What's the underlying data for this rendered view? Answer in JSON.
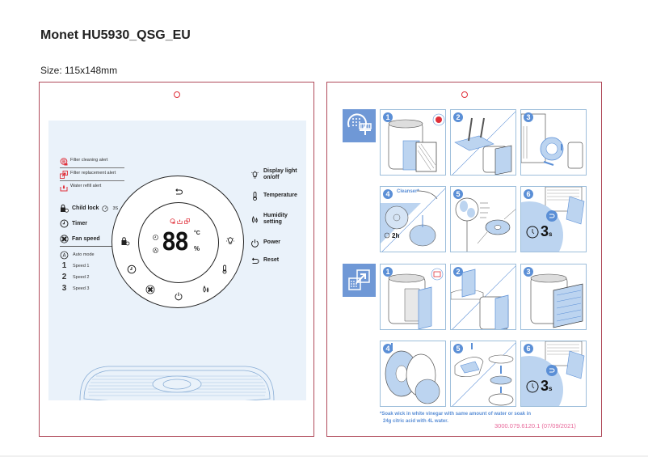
{
  "document": {
    "title": "Monet HU5930_QSG_EU",
    "size": "Size: 115x148mm"
  },
  "left_page": {
    "alerts": [
      {
        "icon": "filter-cleaning-icon",
        "label": "Filter cleaning alert"
      },
      {
        "icon": "filter-replacement-icon",
        "label": "Filter replacement alert"
      },
      {
        "icon": "water-refill-icon",
        "label": "Water refill alert"
      }
    ],
    "controls": [
      {
        "icon": "child-lock-icon",
        "label": "Child lock",
        "badge": "3S"
      },
      {
        "icon": "timer-icon",
        "label": "Timer"
      },
      {
        "icon": "fan-speed-icon",
        "label": "Fan speed"
      }
    ],
    "fan_modes": [
      {
        "glyph": "A",
        "label": "Auto mode"
      },
      {
        "glyph": "1",
        "label": "Speed 1"
      },
      {
        "glyph": "2",
        "label": "Speed 2"
      },
      {
        "glyph": "3",
        "label": "Speed 3"
      }
    ],
    "right_legend": [
      {
        "icon": "display-light-icon",
        "label": "Display light on/off"
      },
      {
        "icon": "temperature-icon",
        "label": "Temperature"
      },
      {
        "icon": "humidity-icon",
        "label": "Humidity setting"
      },
      {
        "icon": "power-icon",
        "label": "Power"
      },
      {
        "icon": "reset-icon",
        "label": "Reset"
      }
    ],
    "display": {
      "digits": "88",
      "unit_temp": "°C",
      "unit_humidity": "%"
    },
    "colors": {
      "alert_red": "#e0303a",
      "panel_bg": "#eaf2fa"
    }
  },
  "right_page": {
    "sections": [
      {
        "name": "filter-cleaning",
        "steps": [
          "1",
          "2",
          "3",
          "4",
          "5",
          "6"
        ]
      },
      {
        "name": "filter-replacement",
        "steps": [
          "1",
          "2",
          "3",
          "4",
          "5",
          "6"
        ]
      }
    ],
    "step_labels": {
      "cleanser": "Cleanser*",
      "soak_time": "2h",
      "hold_time": "3",
      "hold_unit": "s"
    },
    "footnote_line1": "*Soak wick in white vinegar with same amount of  water or soak in",
    "footnote_line2": "24g citric acid with 4L water.",
    "doc_code": "3000.079.6120.1 (07/09/2021)",
    "colors": {
      "accent_blue": "#5b8fd6",
      "section_icon_bg": "#6f98d6",
      "code_pink": "#e8699a",
      "page_border": "#b04a5a"
    }
  }
}
